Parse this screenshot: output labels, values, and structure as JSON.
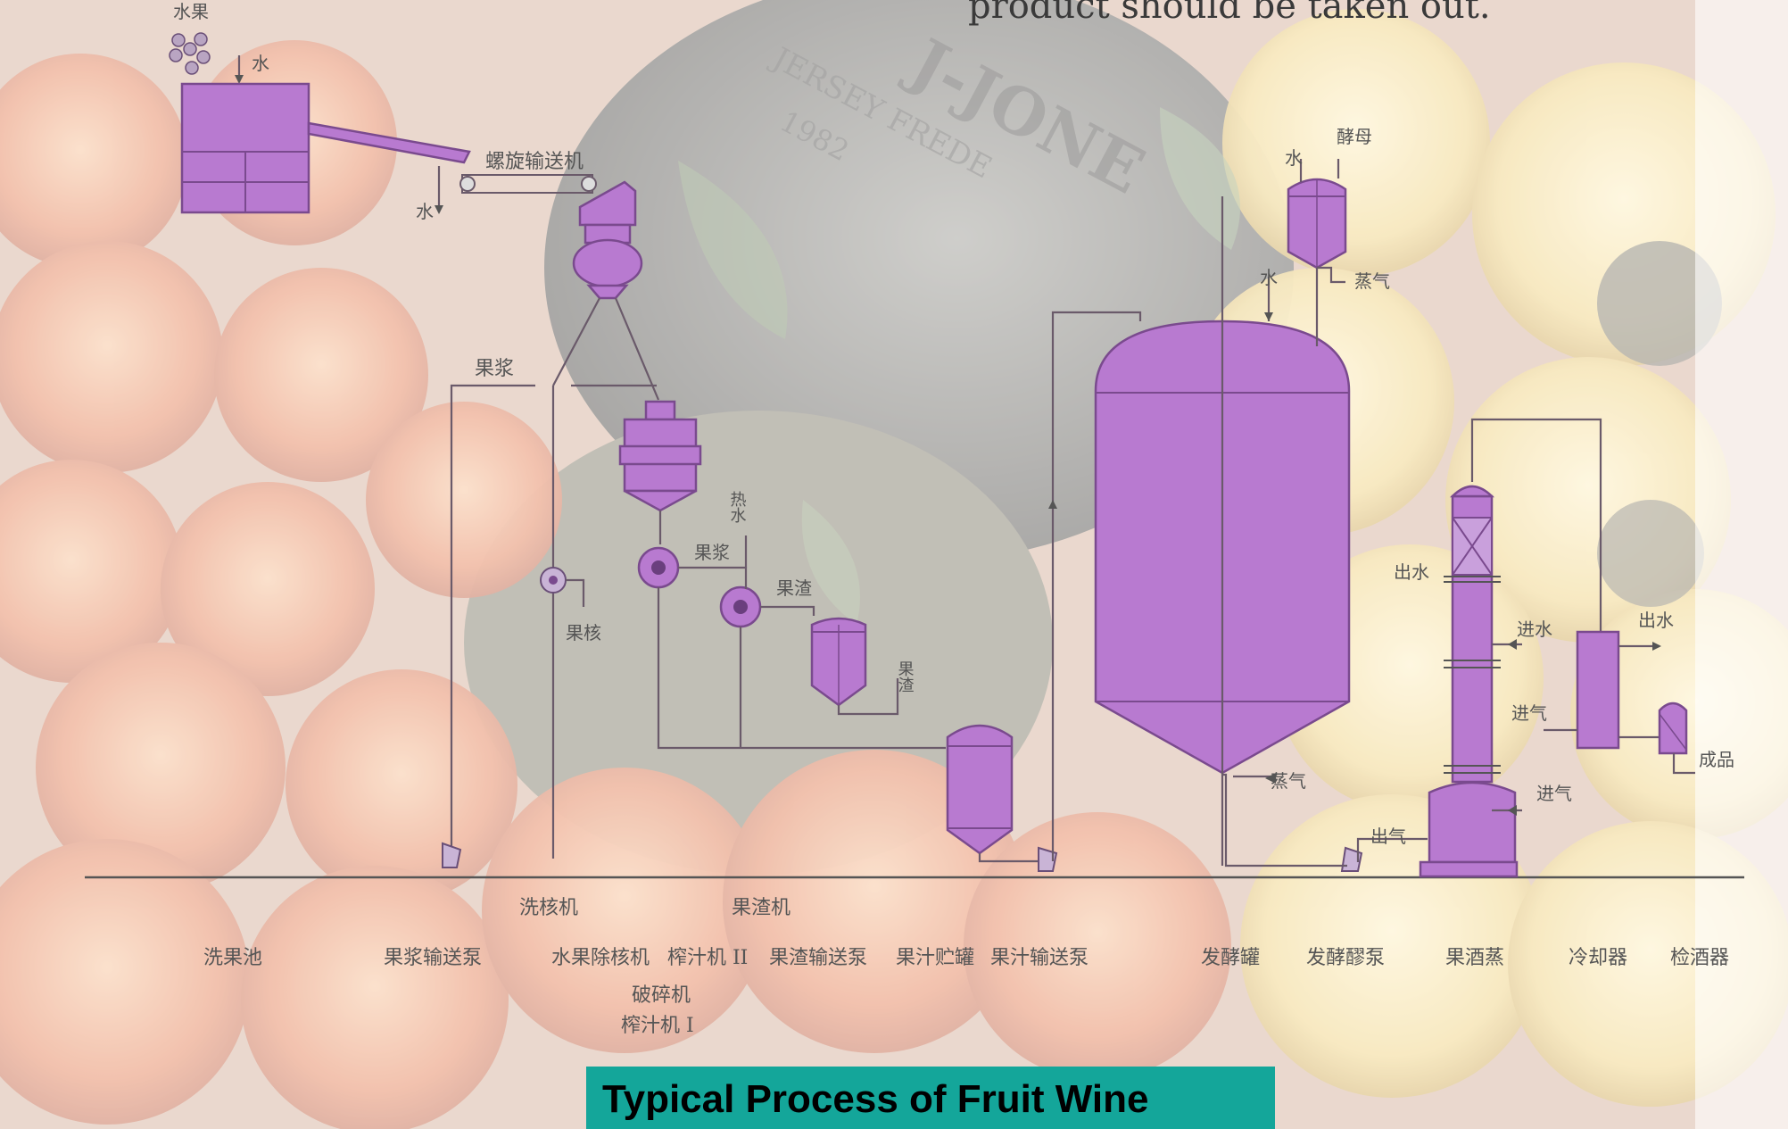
{
  "header_text": "product should be taken out.",
  "can_label": {
    "line1": "JERSEY FREDE",
    "line2": "1982",
    "brand": "J-JONE"
  },
  "title": "Typical Process of Fruit Wine",
  "colors": {
    "equipment": "#b87ad0",
    "title_bg": "#14a69a"
  },
  "inline_labels": {
    "fruit_in": "水果",
    "water_top": "水",
    "screw_conveyor": "螺旋输送机",
    "water_left": "水",
    "fruit_pulp_top": "果浆",
    "heat_water": "热水",
    "fruit_pulp_mid": "果浆",
    "pits": "果核",
    "pomace_1": "果渣",
    "pomace_2": "果渣",
    "water_ferm": "水",
    "yeast": "酵母",
    "water_yeast": "水",
    "steam_yeast": "蒸气",
    "steam_ferm": "蒸气",
    "out_water_1": "出水",
    "in_water": "进水",
    "out_water_2": "出水",
    "in_steam_1": "进气",
    "in_steam_2": "进气",
    "out_steam": "出气",
    "product": "成品"
  },
  "bottom_labels": {
    "wash_pool": "洗果池",
    "pulp_pump": "果浆输送泵",
    "pit_washer": "洗核机",
    "destoner": "水果除核机",
    "crusher": "破碎机",
    "press_1": "榨汁机 I",
    "press_2": "榨汁机 II",
    "pomace_washer": "果渣机",
    "pomace_pump": "果渣输送泵",
    "juice_tank": "果汁贮罐",
    "juice_pump": "果汁输送泵",
    "fermenter": "发酵罐",
    "ferm_pump": "发酵醪泵",
    "still": "果酒蒸",
    "cooler": "冷却器",
    "checker": "检酒器"
  }
}
